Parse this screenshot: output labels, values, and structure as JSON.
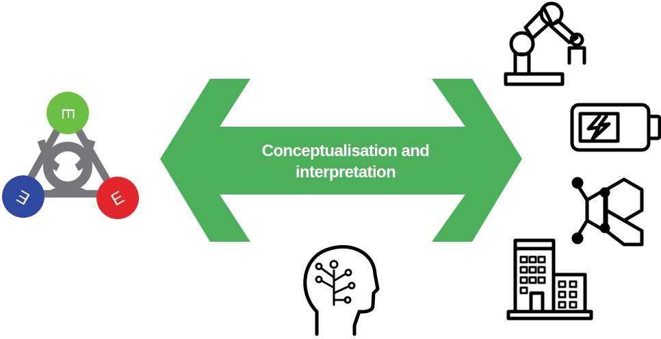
{
  "arrow": {
    "line1": "Conceptualisation and",
    "line2": "interpretation",
    "color": "#4caf5a"
  },
  "logo": {
    "node_letter": "E",
    "colors": {
      "top": "#6bbf43",
      "left": "#2e4aa0",
      "right": "#e3262b",
      "ring": "#77767a"
    }
  },
  "icons": [
    "triple-e-logo-icon",
    "robotic-arm-icon",
    "battery-charging-icon",
    "molecule-icon",
    "building-icon",
    "brain-head-icon"
  ]
}
